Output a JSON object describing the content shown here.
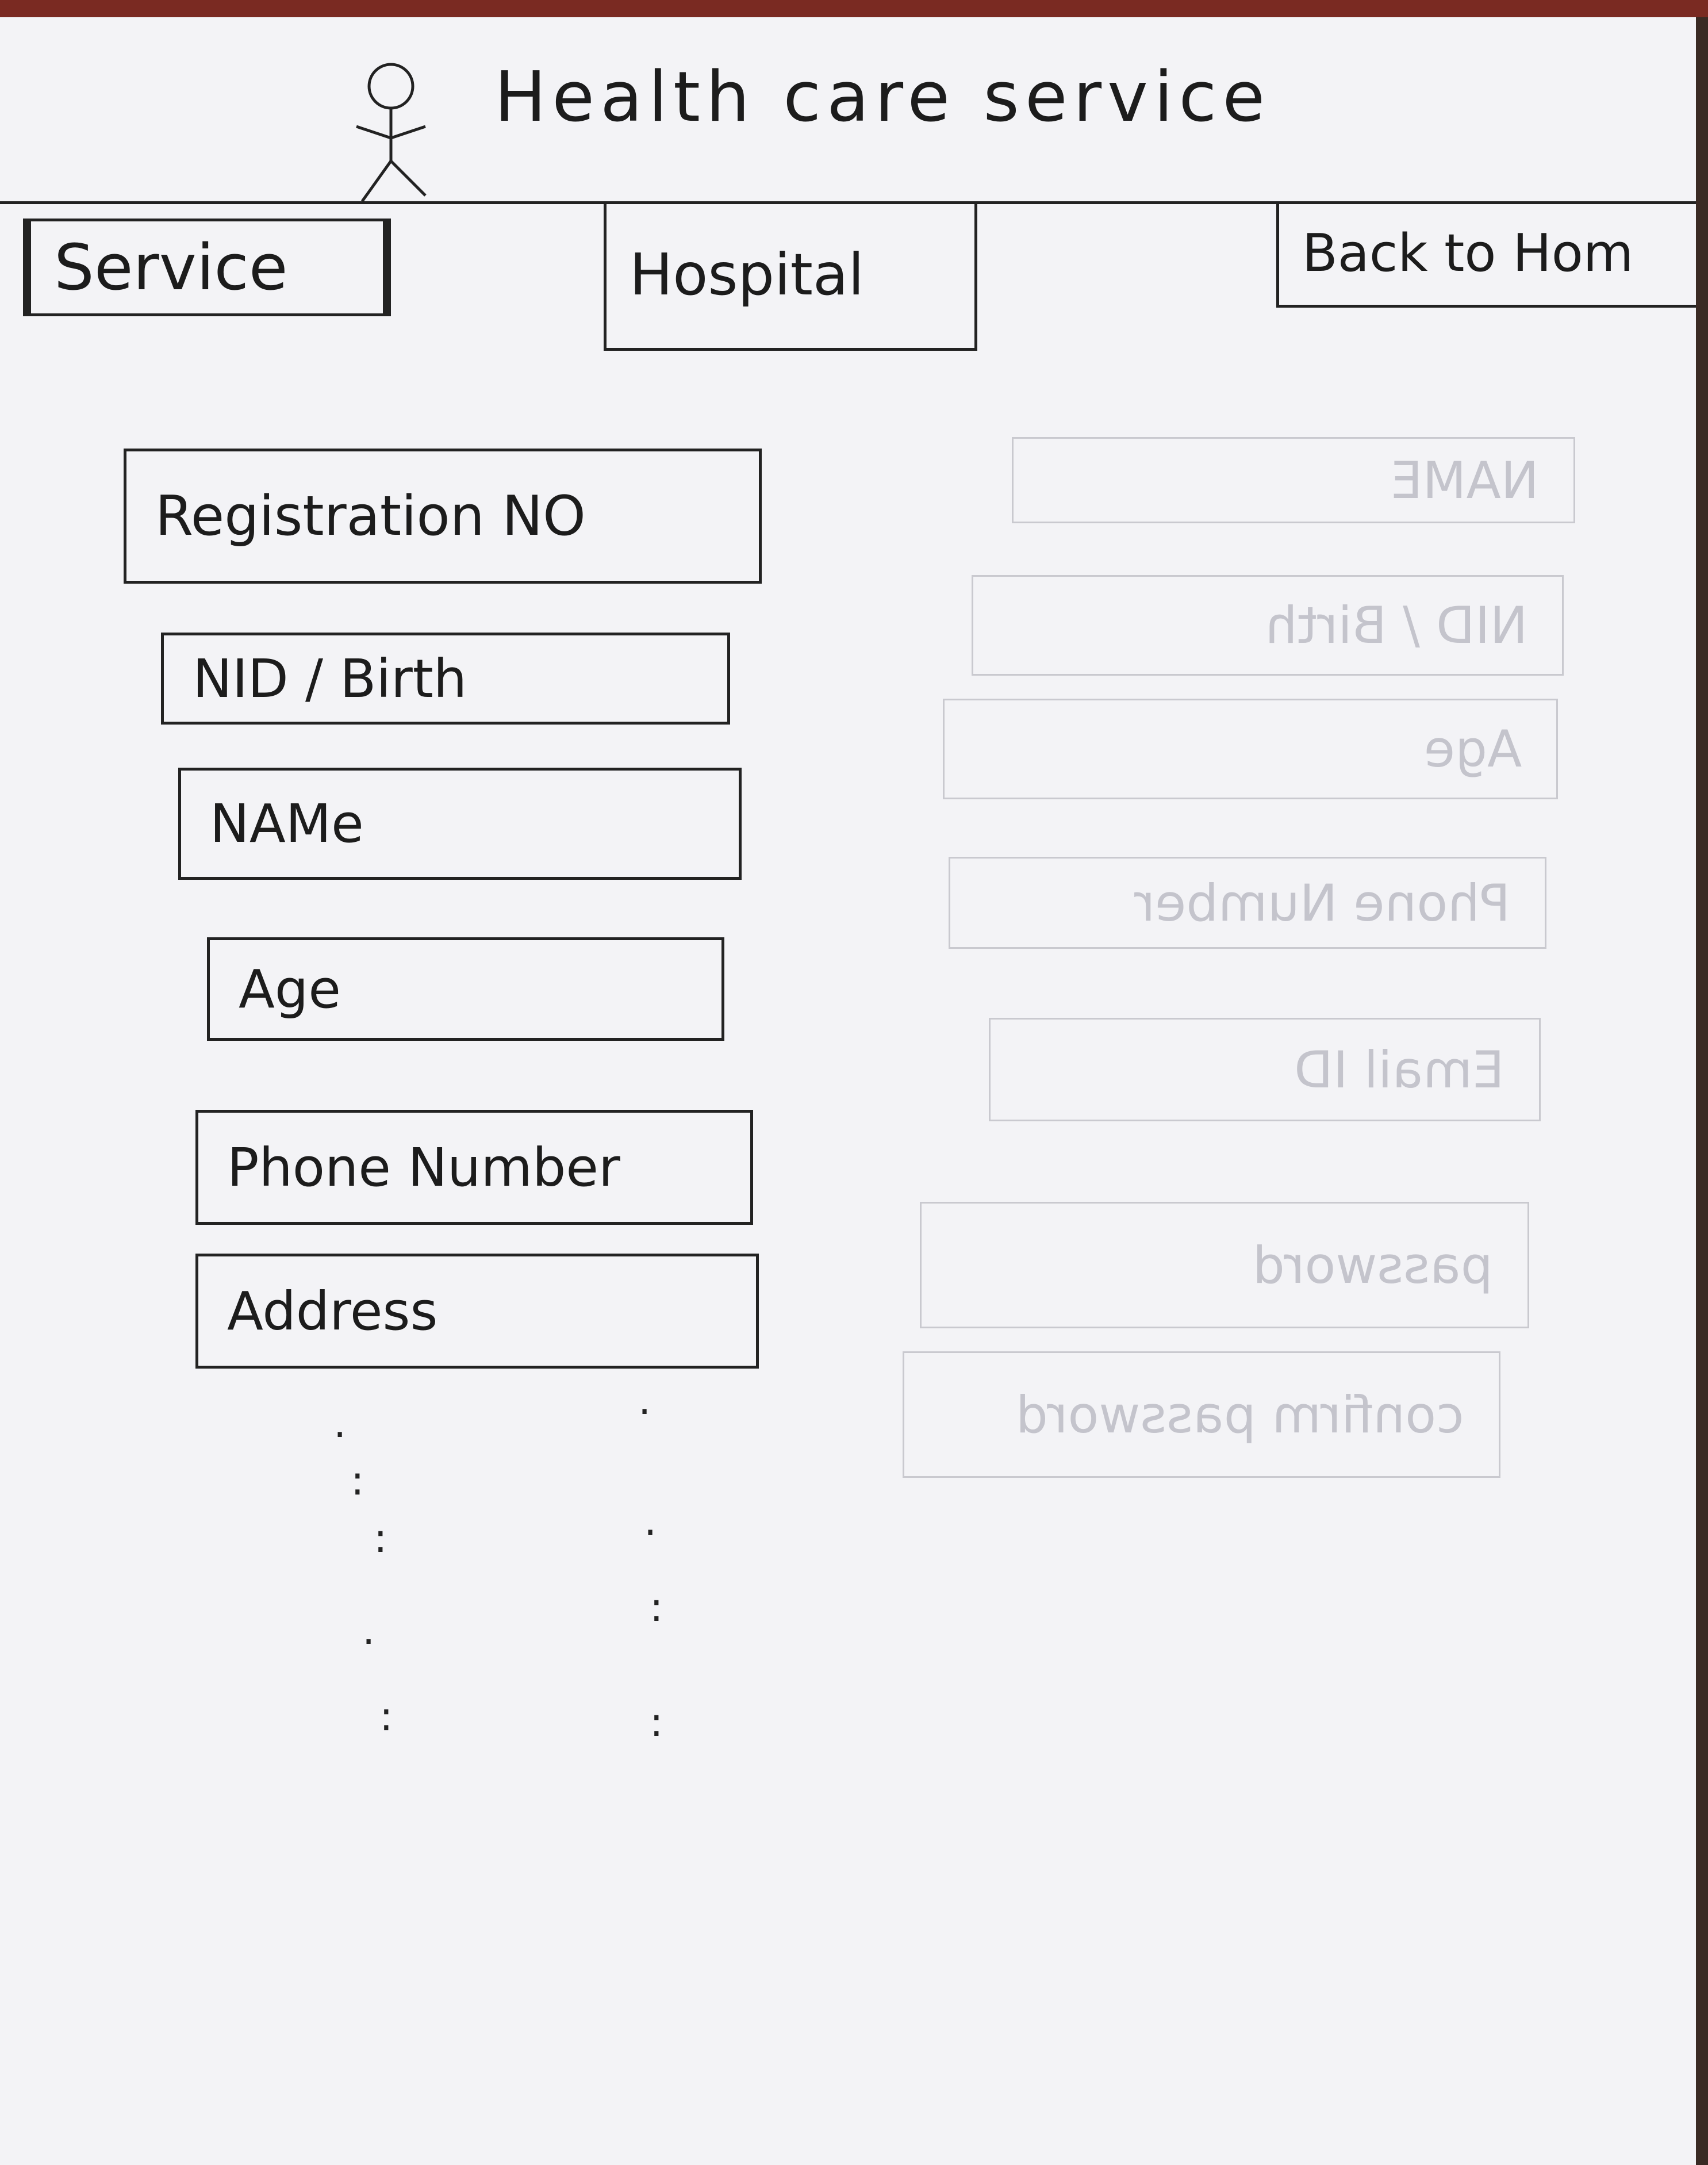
{
  "header": {
    "title": "Health care service",
    "icon": "person-stick-figure-icon"
  },
  "nav": {
    "service_label": "Service",
    "hospital_label": "Hospital",
    "back_label": "Back to Hom"
  },
  "form": {
    "fields": [
      "Registration NO",
      "NID / Birth",
      "NAMe",
      "Age",
      "Phone Number",
      "Address"
    ]
  },
  "ghost_form": {
    "fields": [
      "NAME",
      "NID / Birth",
      "Age",
      "Phone Number",
      "Email ID",
      "password",
      "confirm password"
    ]
  },
  "colors": {
    "paper": "#f3f3f6",
    "ink": "#1c1c1c",
    "ghost_ink": "#c4c4cc"
  }
}
